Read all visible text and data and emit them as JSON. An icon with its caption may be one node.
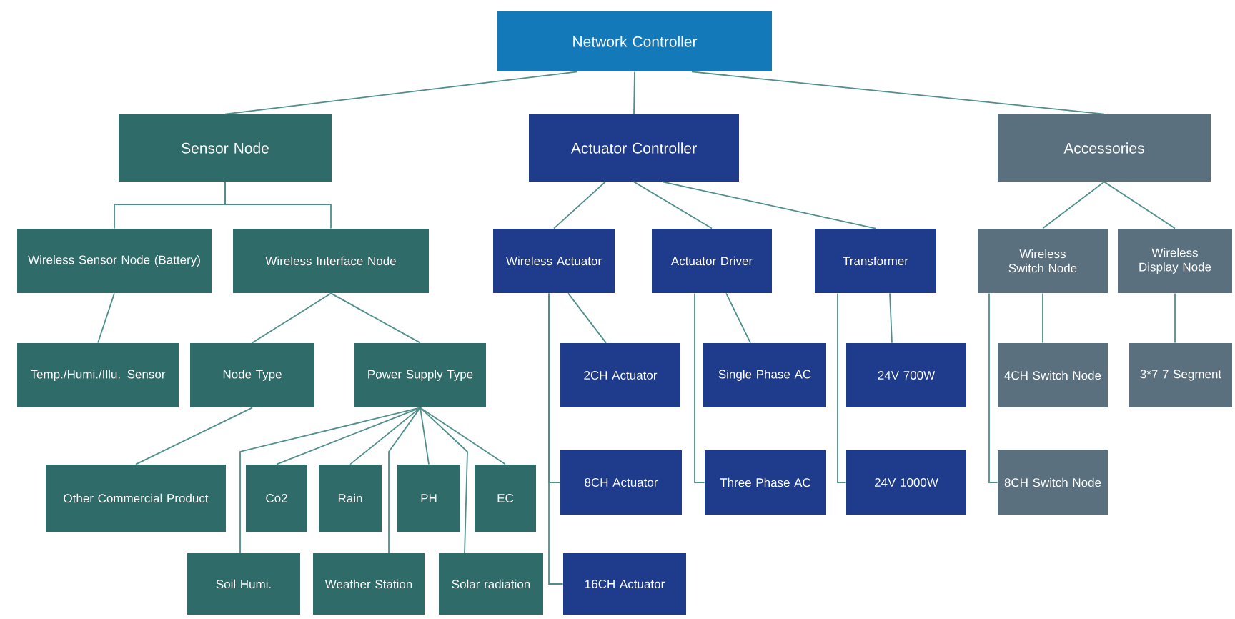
{
  "diagram": {
    "nodes": [
      {
        "text": [
          "Network Controller"
        ]
      },
      {
        "text": [
          "Sensor Node"
        ]
      },
      {
        "text": [
          "Actuator Controller"
        ]
      },
      {
        "text": [
          "Accessories"
        ]
      },
      {
        "text": [
          "Wireless Sensor Node (Battery)"
        ]
      },
      {
        "text": [
          "Wireless Interface Node"
        ]
      },
      {
        "text": [
          "Wireless Actuator"
        ]
      },
      {
        "text": [
          "Actuator Driver"
        ]
      },
      {
        "text": [
          "Transformer"
        ]
      },
      {
        "text": [
          "Wireless Switch Node"
        ]
      },
      {
        "text": [
          "Wireless Display Node"
        ]
      },
      {
        "text": [
          "Temp./Humi./Illu. Sensor"
        ]
      },
      {
        "text": [
          "Node Type"
        ]
      },
      {
        "text": [
          "Power Supply Type"
        ]
      },
      {
        "text": [
          "2CH Actuator"
        ]
      },
      {
        "text": [
          "Single Phase AC"
        ]
      },
      {
        "text": [
          "24V 700W"
        ]
      },
      {
        "text": [
          "4CH Switch Node"
        ]
      },
      {
        "text": [
          "3*7 7 Segment"
        ]
      },
      {
        "text": [
          "Other Commercial Product"
        ]
      },
      {
        "text": [
          "Co2"
        ]
      },
      {
        "text": [
          "Rain"
        ]
      },
      {
        "text": [
          "PH"
        ]
      },
      {
        "text": [
          "EC"
        ]
      },
      {
        "text": [
          "8CH Actuator"
        ]
      },
      {
        "text": [
          "Three Phase AC"
        ]
      },
      {
        "text": [
          "24V 1000W"
        ]
      },
      {
        "text": [
          "8CH Switch Node"
        ]
      },
      {
        "text": [
          "Soil Humi."
        ]
      },
      {
        "text": [
          "Weather Station"
        ]
      },
      {
        "text": [
          "Solar radiation"
        ]
      },
      {
        "text": [
          "16CH Actuator"
        ]
      }
    ],
    "edges": [
      {
        "from": 0,
        "to": 1,
        "arrow": "none"
      },
      {
        "from": 0,
        "to": 2,
        "arrow": "none"
      },
      {
        "from": 0,
        "to": 3,
        "arrow": "none"
      },
      {
        "from": 1,
        "to": 4,
        "arrow": "none"
      },
      {
        "from": 1,
        "to": 5,
        "arrow": "none"
      },
      {
        "from": 2,
        "to": 6,
        "arrow": "none"
      },
      {
        "from": 2,
        "to": 7,
        "arrow": "none"
      },
      {
        "from": 2,
        "to": 8,
        "arrow": "none"
      },
      {
        "from": 3,
        "to": 9,
        "arrow": "none"
      },
      {
        "from": 3,
        "to": 10,
        "arrow": "none"
      },
      {
        "from": 4,
        "to": 11,
        "arrow": "none"
      },
      {
        "from": 5,
        "to": 12,
        "arrow": "none"
      },
      {
        "from": 5,
        "to": 13,
        "arrow": "none"
      },
      {
        "from": 6,
        "to": 14,
        "arrow": "none"
      },
      {
        "from": 6,
        "to": 24,
        "arrow": "none"
      },
      {
        "from": 6,
        "to": 31,
        "arrow": "none"
      },
      {
        "from": 7,
        "to": 15,
        "arrow": "none"
      },
      {
        "from": 7,
        "to": 25,
        "arrow": "none"
      },
      {
        "from": 8,
        "to": 16,
        "arrow": "none"
      },
      {
        "from": 8,
        "to": 26,
        "arrow": "none"
      },
      {
        "from": 9,
        "to": 17,
        "arrow": "none"
      },
      {
        "from": 9,
        "to": 27,
        "arrow": "none"
      },
      {
        "from": 10,
        "to": 18,
        "arrow": "none"
      },
      {
        "from": 12,
        "to": 19,
        "arrow": "none"
      },
      {
        "from": 13,
        "to": 20,
        "arrow": "none"
      },
      {
        "from": 13,
        "to": 21,
        "arrow": "none"
      },
      {
        "from": 13,
        "to": 22,
        "arrow": "none"
      },
      {
        "from": 13,
        "to": 23,
        "arrow": "none"
      },
      {
        "from": 13,
        "to": 28,
        "arrow": "none"
      },
      {
        "from": 13,
        "to": 29,
        "arrow": "none"
      },
      {
        "from": 13,
        "to": 30,
        "arrow": "none"
      }
    ]
  }
}
